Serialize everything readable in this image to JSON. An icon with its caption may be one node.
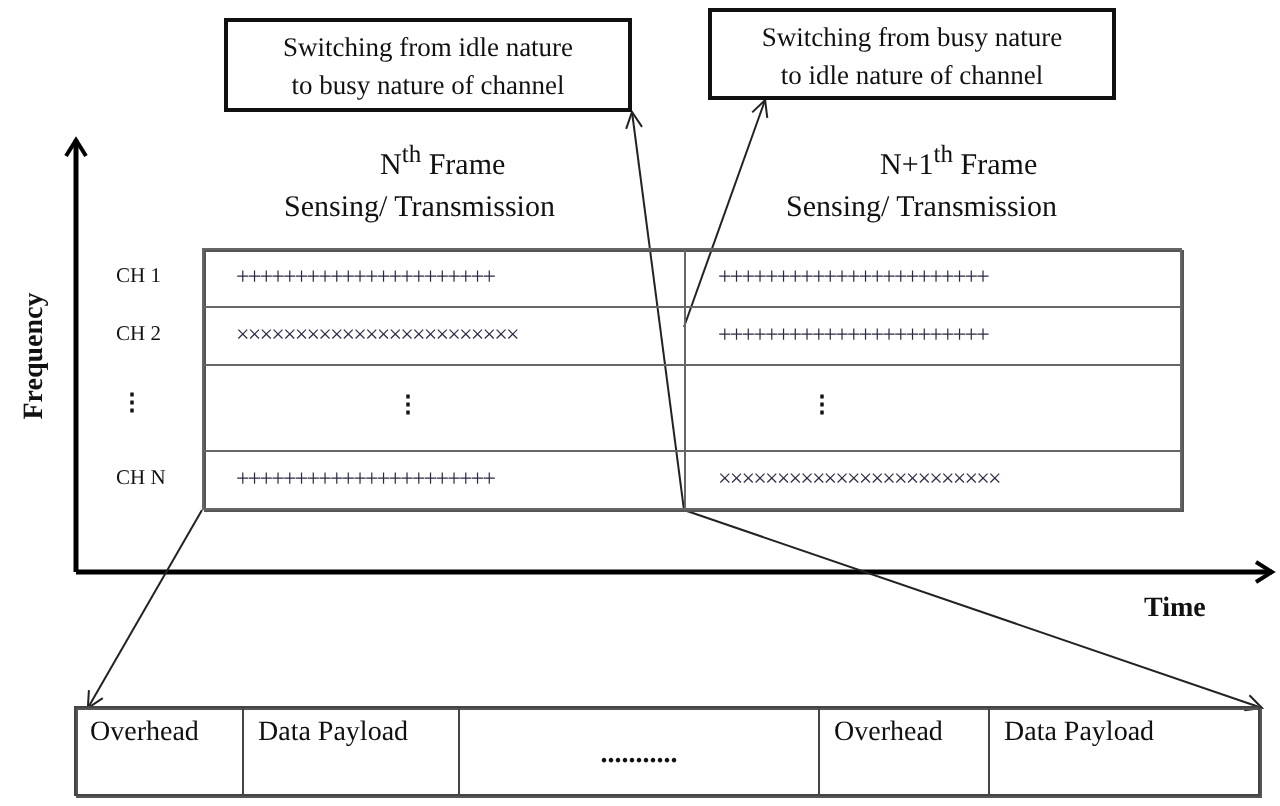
{
  "diagram": {
    "nodes": [
      {
        "text": [
          "Switching from idle nature to busy nature of channel"
        ]
      },
      {
        "text": [
          "Switching from busy nature to idle nature of channel"
        ]
      },
      {
        "text": [],
        "shape": "box"
      },
      {
        "text": [
          "++++++++++++++++++++++"
        ],
        "in": 2
      },
      {
        "text": [
          "+++++++++++++++++++++++"
        ],
        "in": 2
      },
      {
        "text": [
          "××××××××××××××××××××××××"
        ],
        "in": 2
      },
      {
        "text": [
          "+++++++++++++++++++++++"
        ],
        "in": 2
      },
      {
        "text": [
          "⋮"
        ],
        "in": 2
      },
      {
        "text": [
          "⋮"
        ],
        "in": 2
      },
      {
        "text": [
          "++++++++++++++++++++++"
        ],
        "in": 2
      },
      {
        "text": [
          "××××××××××××××××××××××××"
        ],
        "in": 2
      },
      {
        "text": [],
        "shape": "box"
      },
      {
        "text": [
          "Overhead"
        ],
        "in": 11
      },
      {
        "text": [
          "Data Payload"
        ],
        "in": 11
      },
      {
        "text": [
          "..........."
        ],
        "in": 11
      },
      {
        "text": [
          "Overhead"
        ],
        "in": 11
      },
      {
        "text": [
          "Data Payload"
        ],
        "in": 11
      }
    ],
    "edges": [
      {
        "from": 10,
        "to": 0,
        "arrow": "to"
      },
      {
        "from": 6,
        "to": 1,
        "arrow": "to"
      },
      {
        "from": 9,
        "to": 11,
        "arrow": "to"
      },
      {
        "from": 10,
        "to": 11,
        "arrow": "to"
      }
    ],
    "labels": [
      "N$^{th}$  Frame",
      "N+1$^{th}$ Frame",
      "Sensing/ Transmission",
      "Sensing/ Transmission",
      "CH 1",
      "CH 2",
      "⋮",
      "CH N",
      "Frequency",
      "Time"
    ]
  }
}
